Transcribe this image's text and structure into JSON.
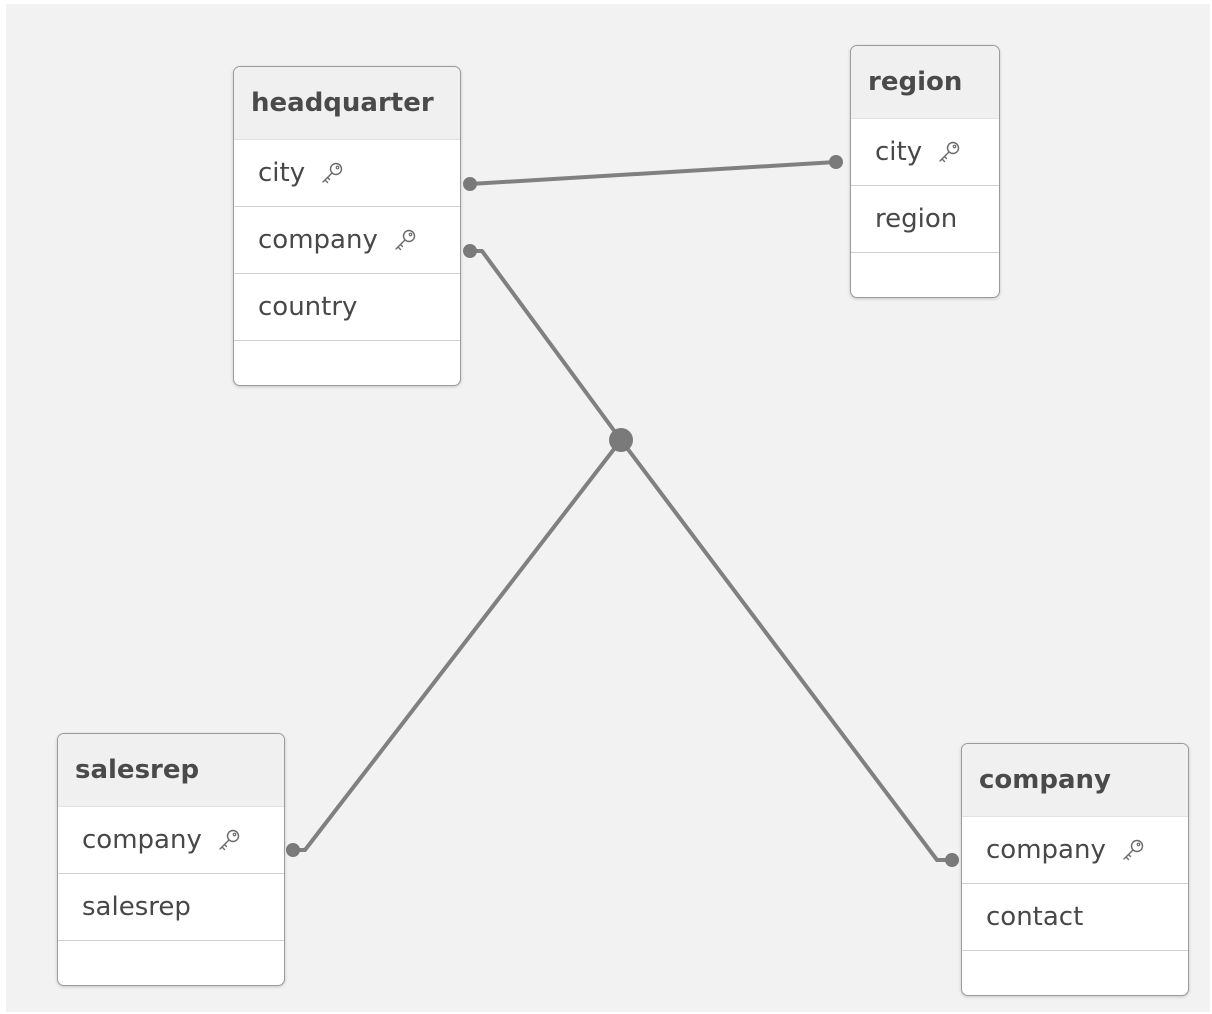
{
  "colors": {
    "canvas": "#f2f2f2",
    "link": "#808080",
    "header_bg": "#f0f0f0"
  },
  "tables": {
    "headquarter": {
      "title": "headquarter",
      "fields": [
        {
          "name": "city",
          "key": true
        },
        {
          "name": "company",
          "key": true
        },
        {
          "name": "country",
          "key": false
        }
      ]
    },
    "region": {
      "title": "region",
      "fields": [
        {
          "name": "city",
          "key": true
        },
        {
          "name": "region",
          "key": false
        }
      ]
    },
    "salesrep": {
      "title": "salesrep",
      "fields": [
        {
          "name": "company",
          "key": true
        },
        {
          "name": "salesrep",
          "key": false
        }
      ]
    },
    "company": {
      "title": "company",
      "fields": [
        {
          "name": "company",
          "key": true
        },
        {
          "name": "contact",
          "key": false
        }
      ]
    }
  },
  "associations": [
    {
      "field": "city",
      "tables": [
        "headquarter",
        "region"
      ]
    },
    {
      "field": "company",
      "tables": [
        "headquarter",
        "salesrep",
        "company"
      ]
    }
  ],
  "key_icon": "key-icon"
}
